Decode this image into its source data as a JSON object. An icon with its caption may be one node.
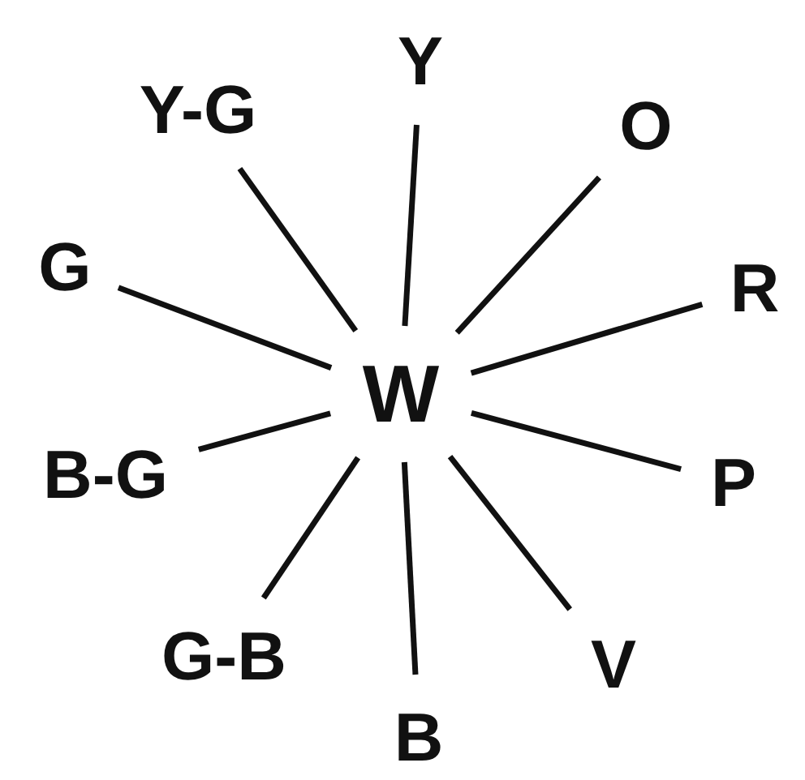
{
  "diagram": {
    "nodes": [
      {
        "text": [
          "Y"
        ]
      },
      {
        "text": [
          "Y-G"
        ]
      },
      {
        "text": [
          "O"
        ]
      },
      {
        "text": [
          "G"
        ]
      },
      {
        "text": [
          "R"
        ]
      },
      {
        "text": [
          "W"
        ]
      },
      {
        "text": [
          "B-G"
        ]
      },
      {
        "text": [
          "P"
        ]
      },
      {
        "text": [
          "G-B"
        ]
      },
      {
        "text": [
          "V"
        ]
      },
      {
        "text": [
          "B"
        ]
      }
    ],
    "edges": [
      {
        "from": 5,
        "to": 0,
        "arrow": "none"
      },
      {
        "from": 5,
        "to": 2,
        "arrow": "none"
      },
      {
        "from": 5,
        "to": 4,
        "arrow": "none"
      },
      {
        "from": 5,
        "to": 7,
        "arrow": "none"
      },
      {
        "from": 5,
        "to": 9,
        "arrow": "none"
      },
      {
        "from": 5,
        "to": 10,
        "arrow": "none"
      },
      {
        "from": 5,
        "to": 8,
        "arrow": "none"
      },
      {
        "from": 5,
        "to": 6,
        "arrow": "none"
      },
      {
        "from": 5,
        "to": 3,
        "arrow": "none"
      },
      {
        "from": 5,
        "to": 1,
        "arrow": "none"
      }
    ]
  }
}
